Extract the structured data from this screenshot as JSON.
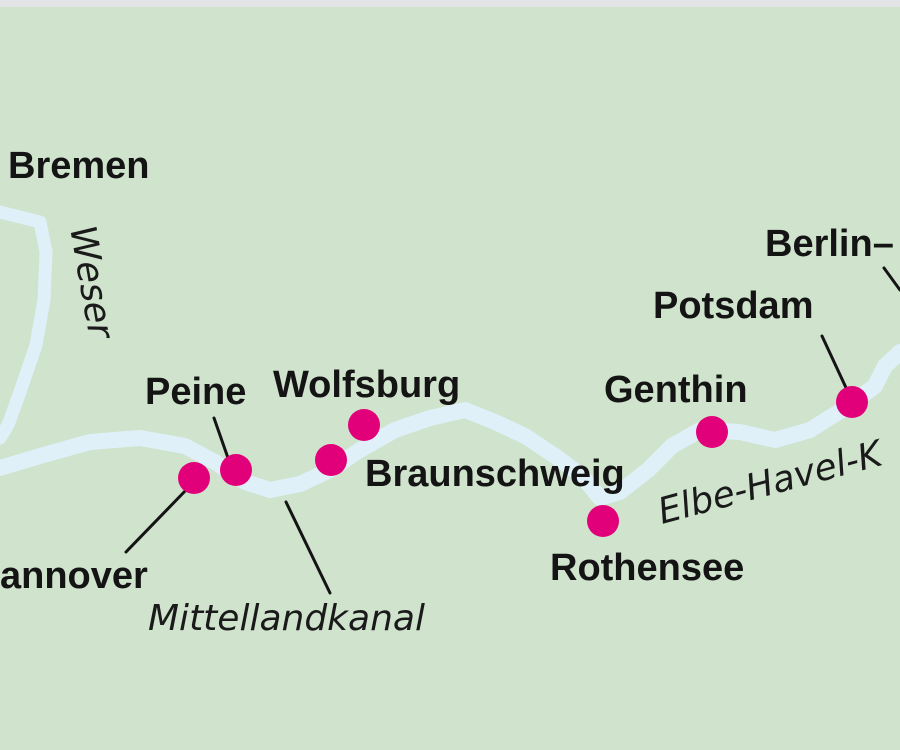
{
  "map": {
    "colors": {
      "land": "#cfe3cd",
      "water": "#e0f0f8",
      "marker": "#e2007a",
      "text": "#141414",
      "frame": "#e2e4e6"
    },
    "cities": [
      {
        "id": "bremen",
        "label": "Bremen"
      },
      {
        "id": "berlin",
        "label": "Berlin–"
      },
      {
        "id": "potsdam",
        "label": "Potsdam"
      },
      {
        "id": "peine",
        "label": "Peine"
      },
      {
        "id": "wolfsburg",
        "label": "Wolfsburg"
      },
      {
        "id": "genthin",
        "label": "Genthin"
      },
      {
        "id": "braunschweig",
        "label": "Braunschweig"
      },
      {
        "id": "rothensee",
        "label": "Rothensee"
      },
      {
        "id": "hannover",
        "label": "annover"
      }
    ],
    "waterways": [
      {
        "id": "weser",
        "label": "Weser"
      },
      {
        "id": "mittellandkanal",
        "label": "Mittellandkanal"
      },
      {
        "id": "elbe-havel-kanal",
        "label": "Elbe-Havel-K"
      }
    ]
  }
}
